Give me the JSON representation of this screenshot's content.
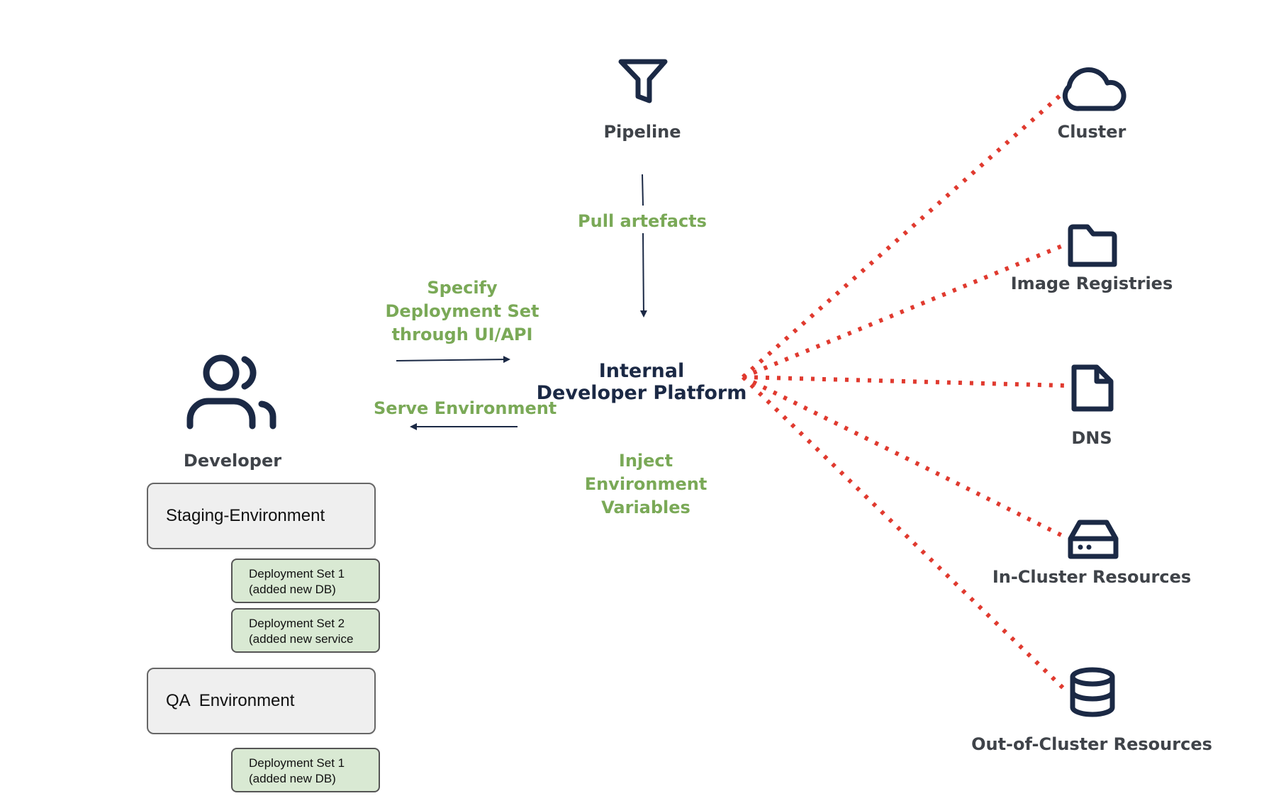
{
  "nodes": {
    "pipeline": "Pipeline",
    "developer": "Developer",
    "platform_line1": "Internal",
    "platform_line2": "Developer Platform",
    "cluster": "Cluster",
    "image_registries": "Image Registries",
    "dns": "DNS",
    "in_cluster": "In-Cluster Resources",
    "out_cluster": "Out-of-Cluster Resources"
  },
  "edges": {
    "pull": "Pull artefacts",
    "specify_line1": "Specify",
    "specify_line2": "Deployment Set",
    "specify_line3": "through UI/API",
    "serve": "Serve Environment",
    "inject_line1": "Inject",
    "inject_line2": "Environment",
    "inject_line3": "Variables"
  },
  "environments": [
    {
      "name": "Staging-Environment",
      "deployment_sets": [
        {
          "line1": "Deployment Set 1",
          "line2": "(added new DB)"
        },
        {
          "line1": "Deployment Set 2",
          "line2": "(added new service"
        }
      ]
    },
    {
      "name": "QA  Environment",
      "deployment_sets": [
        {
          "line1": "Deployment Set 1",
          "line2": "(added new DB)"
        }
      ]
    }
  ],
  "colors": {
    "navy": "#1b2945",
    "green": "#7aa957",
    "dotted_red": "#e03a2f",
    "env_fill": "#efefef",
    "deploy_fill": "#d9e9d3"
  },
  "icons": {
    "pipeline": "funnel-icon",
    "developer": "users-icon",
    "cluster": "cloud-icon",
    "image_registries": "folder-icon",
    "dns": "file-icon",
    "in_cluster": "server-drive-icon",
    "out_cluster": "database-icon"
  }
}
